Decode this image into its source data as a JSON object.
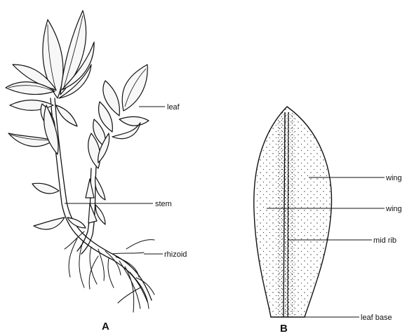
{
  "figure_a": {
    "caption": "A",
    "labels": {
      "leaf": "leaf",
      "stem": "stem",
      "rhizoid": "rhizoid"
    }
  },
  "figure_b": {
    "caption": "B",
    "labels": {
      "wing_1": "wing",
      "wing_2": "wing",
      "mid_rib": "mid rib",
      "leaf_base": "leaf base"
    }
  }
}
